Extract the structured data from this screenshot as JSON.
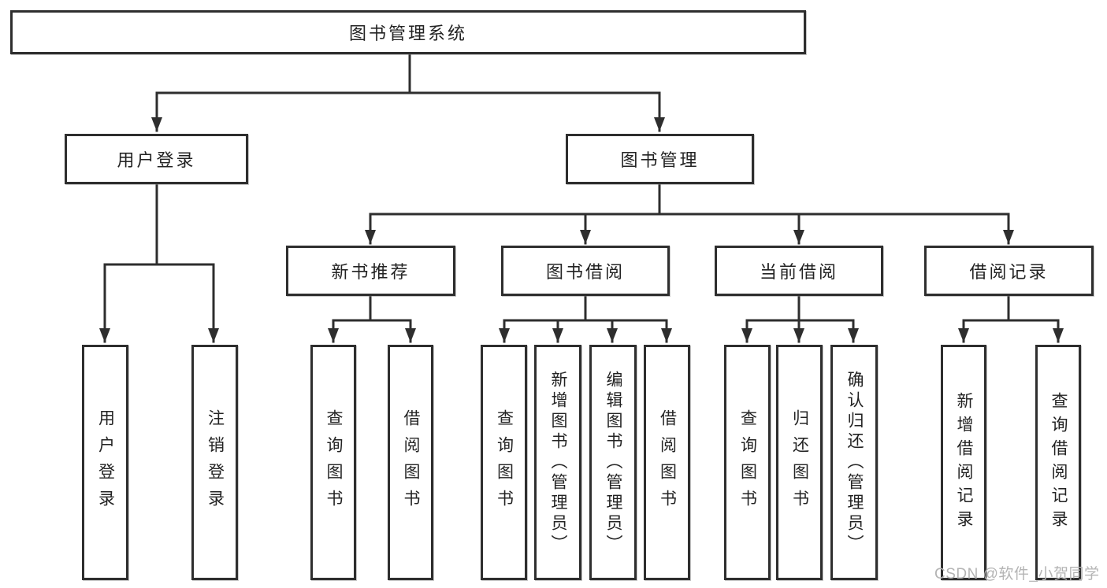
{
  "diagram_title": "图书管理系统",
  "nodes": {
    "root": {
      "label": "图书管理系统"
    },
    "user_login": {
      "label": "用户登录"
    },
    "book_mgmt": {
      "label": "图书管理"
    },
    "new_book_rec": {
      "label": "新书推荐"
    },
    "book_borrow": {
      "label": "图书借阅"
    },
    "current_borrow": {
      "label": "当前借阅"
    },
    "borrow_records": {
      "label": "借阅记录"
    },
    "leaf_user_login": {
      "label": "用户登录"
    },
    "leaf_logout": {
      "label": "注销登录"
    },
    "leaf_nbr_query": {
      "label": "查询图书"
    },
    "leaf_nbr_borrow": {
      "label": "借阅图书"
    },
    "leaf_bb_query": {
      "label": "查询图书"
    },
    "leaf_bb_add": {
      "label": "新增图书（管理员）"
    },
    "leaf_bb_edit": {
      "label": "编辑图书（管理员）"
    },
    "leaf_bb_borrow": {
      "label": "借阅图书"
    },
    "leaf_cb_query": {
      "label": "查询图书"
    },
    "leaf_cb_return": {
      "label": "归还图书"
    },
    "leaf_cb_confirm": {
      "label": "确认归还（管理员）"
    },
    "leaf_br_add": {
      "label": "新增借阅记录"
    },
    "leaf_br_query": {
      "label": "查询借阅记录"
    }
  },
  "hierarchy": {
    "图书管理系统": [
      "用户登录",
      "图书管理"
    ],
    "用户登录": [
      "用户登录",
      "注销登录"
    ],
    "图书管理": [
      "新书推荐",
      "图书借阅",
      "当前借阅",
      "借阅记录"
    ],
    "新书推荐": [
      "查询图书",
      "借阅图书"
    ],
    "图书借阅": [
      "查询图书",
      "新增图书（管理员）",
      "编辑图书（管理员）",
      "借阅图书"
    ],
    "当前借阅": [
      "查询图书",
      "归还图书",
      "确认归还（管理员）"
    ],
    "借阅记录": [
      "新增借阅记录",
      "查询借阅记录"
    ]
  },
  "watermark": {
    "text": "CSDN @软件_小贺同学"
  },
  "colors": {
    "line": "#2e2e2e",
    "box_border": "#2e2e2e",
    "box_background": "#ffffff",
    "text": "#232323",
    "watermark": "#b4b4b4",
    "background": "#ffffff"
  }
}
